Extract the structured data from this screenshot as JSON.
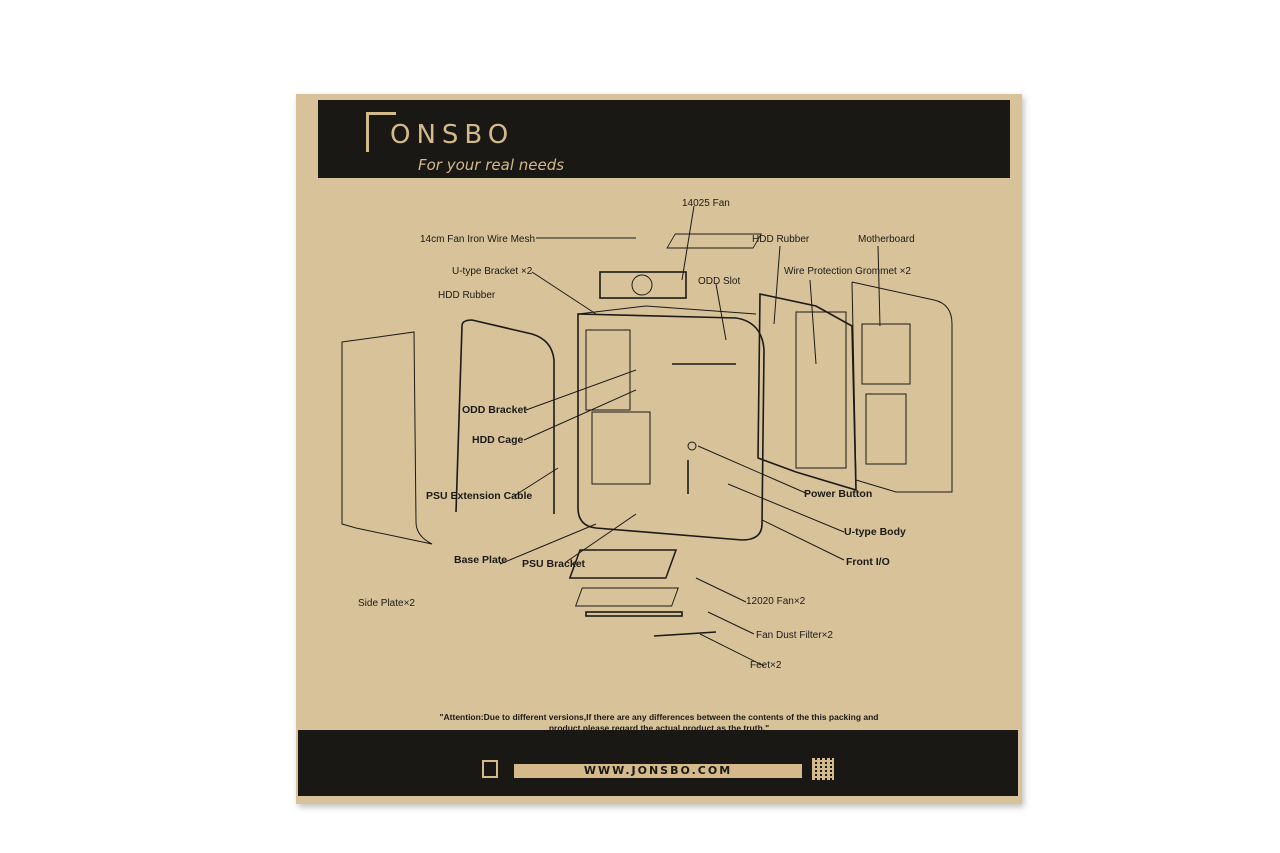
{
  "brand": {
    "name": "ONSBO",
    "tagline": "For your real needs"
  },
  "labels": {
    "fan_14025": "14025 Fan",
    "fan_mesh": "14cm Fan Iron Wire Mesh",
    "hdd_rubber_right": "HDD Rubber",
    "motherboard": "Motherboard",
    "u_bracket": "U-type Bracket ×2",
    "odd_slot": "ODD Slot",
    "wire_grommet": "Wire Protection Grommet ×2",
    "hdd_rubber_left": "HDD Rubber",
    "odd_bracket": "ODD Bracket",
    "hdd_cage": "HDD Cage",
    "psu_ext_cable": "PSU Extension Cable",
    "power_button": "Power Button",
    "u_body": "U-type Body",
    "base_plate": "Base Plate",
    "psu_bracket": "PSU Bracket",
    "front_io": "Front I/O",
    "fan_12020": "12020 Fan×2",
    "side_plate": "Side Plate×2",
    "fan_filter": "Fan Dust Filter×2",
    "feet": "Feet×2"
  },
  "notice": {
    "line1": "\"Attention:Due to different versions,If there are any differences between the contents of the this packing and",
    "line2": "product,please regard the actual product as the truth.\""
  },
  "footer": {
    "url": "WWW.JONSBO.COM"
  },
  "colors": {
    "cardboard": "#d7c29a",
    "band": "#1a1815",
    "gold": "#d4b98a"
  }
}
